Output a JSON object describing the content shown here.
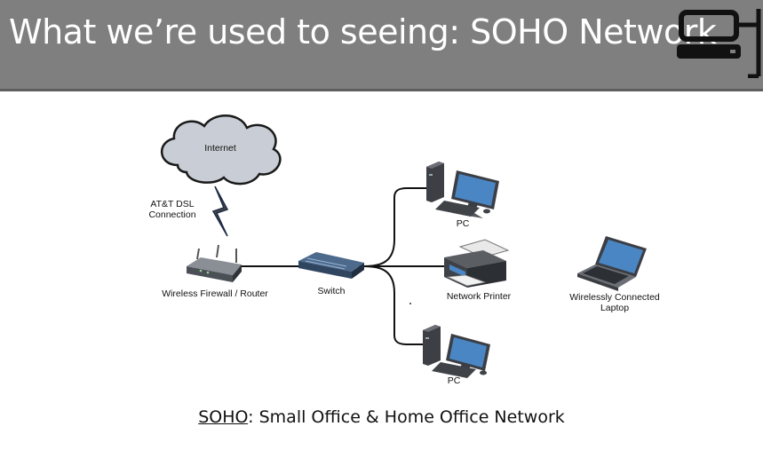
{
  "header": {
    "title": "What we’re used to seeing: SOHO Network",
    "logo_icon": "computer-logo-icon"
  },
  "diagram": {
    "cloud_label": "Internet",
    "link_label_line1": "AT&T DSL",
    "link_label_line2": "Connection",
    "router_label": "Wireless Firewall / Router",
    "switch_label": "Switch",
    "pc_top_label": "PC",
    "printer_label": "Network Printer",
    "pc_bottom_label": "PC",
    "laptop_label_line1": "Wirelessly Connected",
    "laptop_label_line2": "Laptop"
  },
  "caption": {
    "term": "SOHO",
    "definition": ": Small Office & Home Office Network"
  },
  "colors": {
    "header_bg": "#7f7f7f",
    "cloud_fill": "#c9ced6",
    "device_blue": "#2f6fb3"
  }
}
